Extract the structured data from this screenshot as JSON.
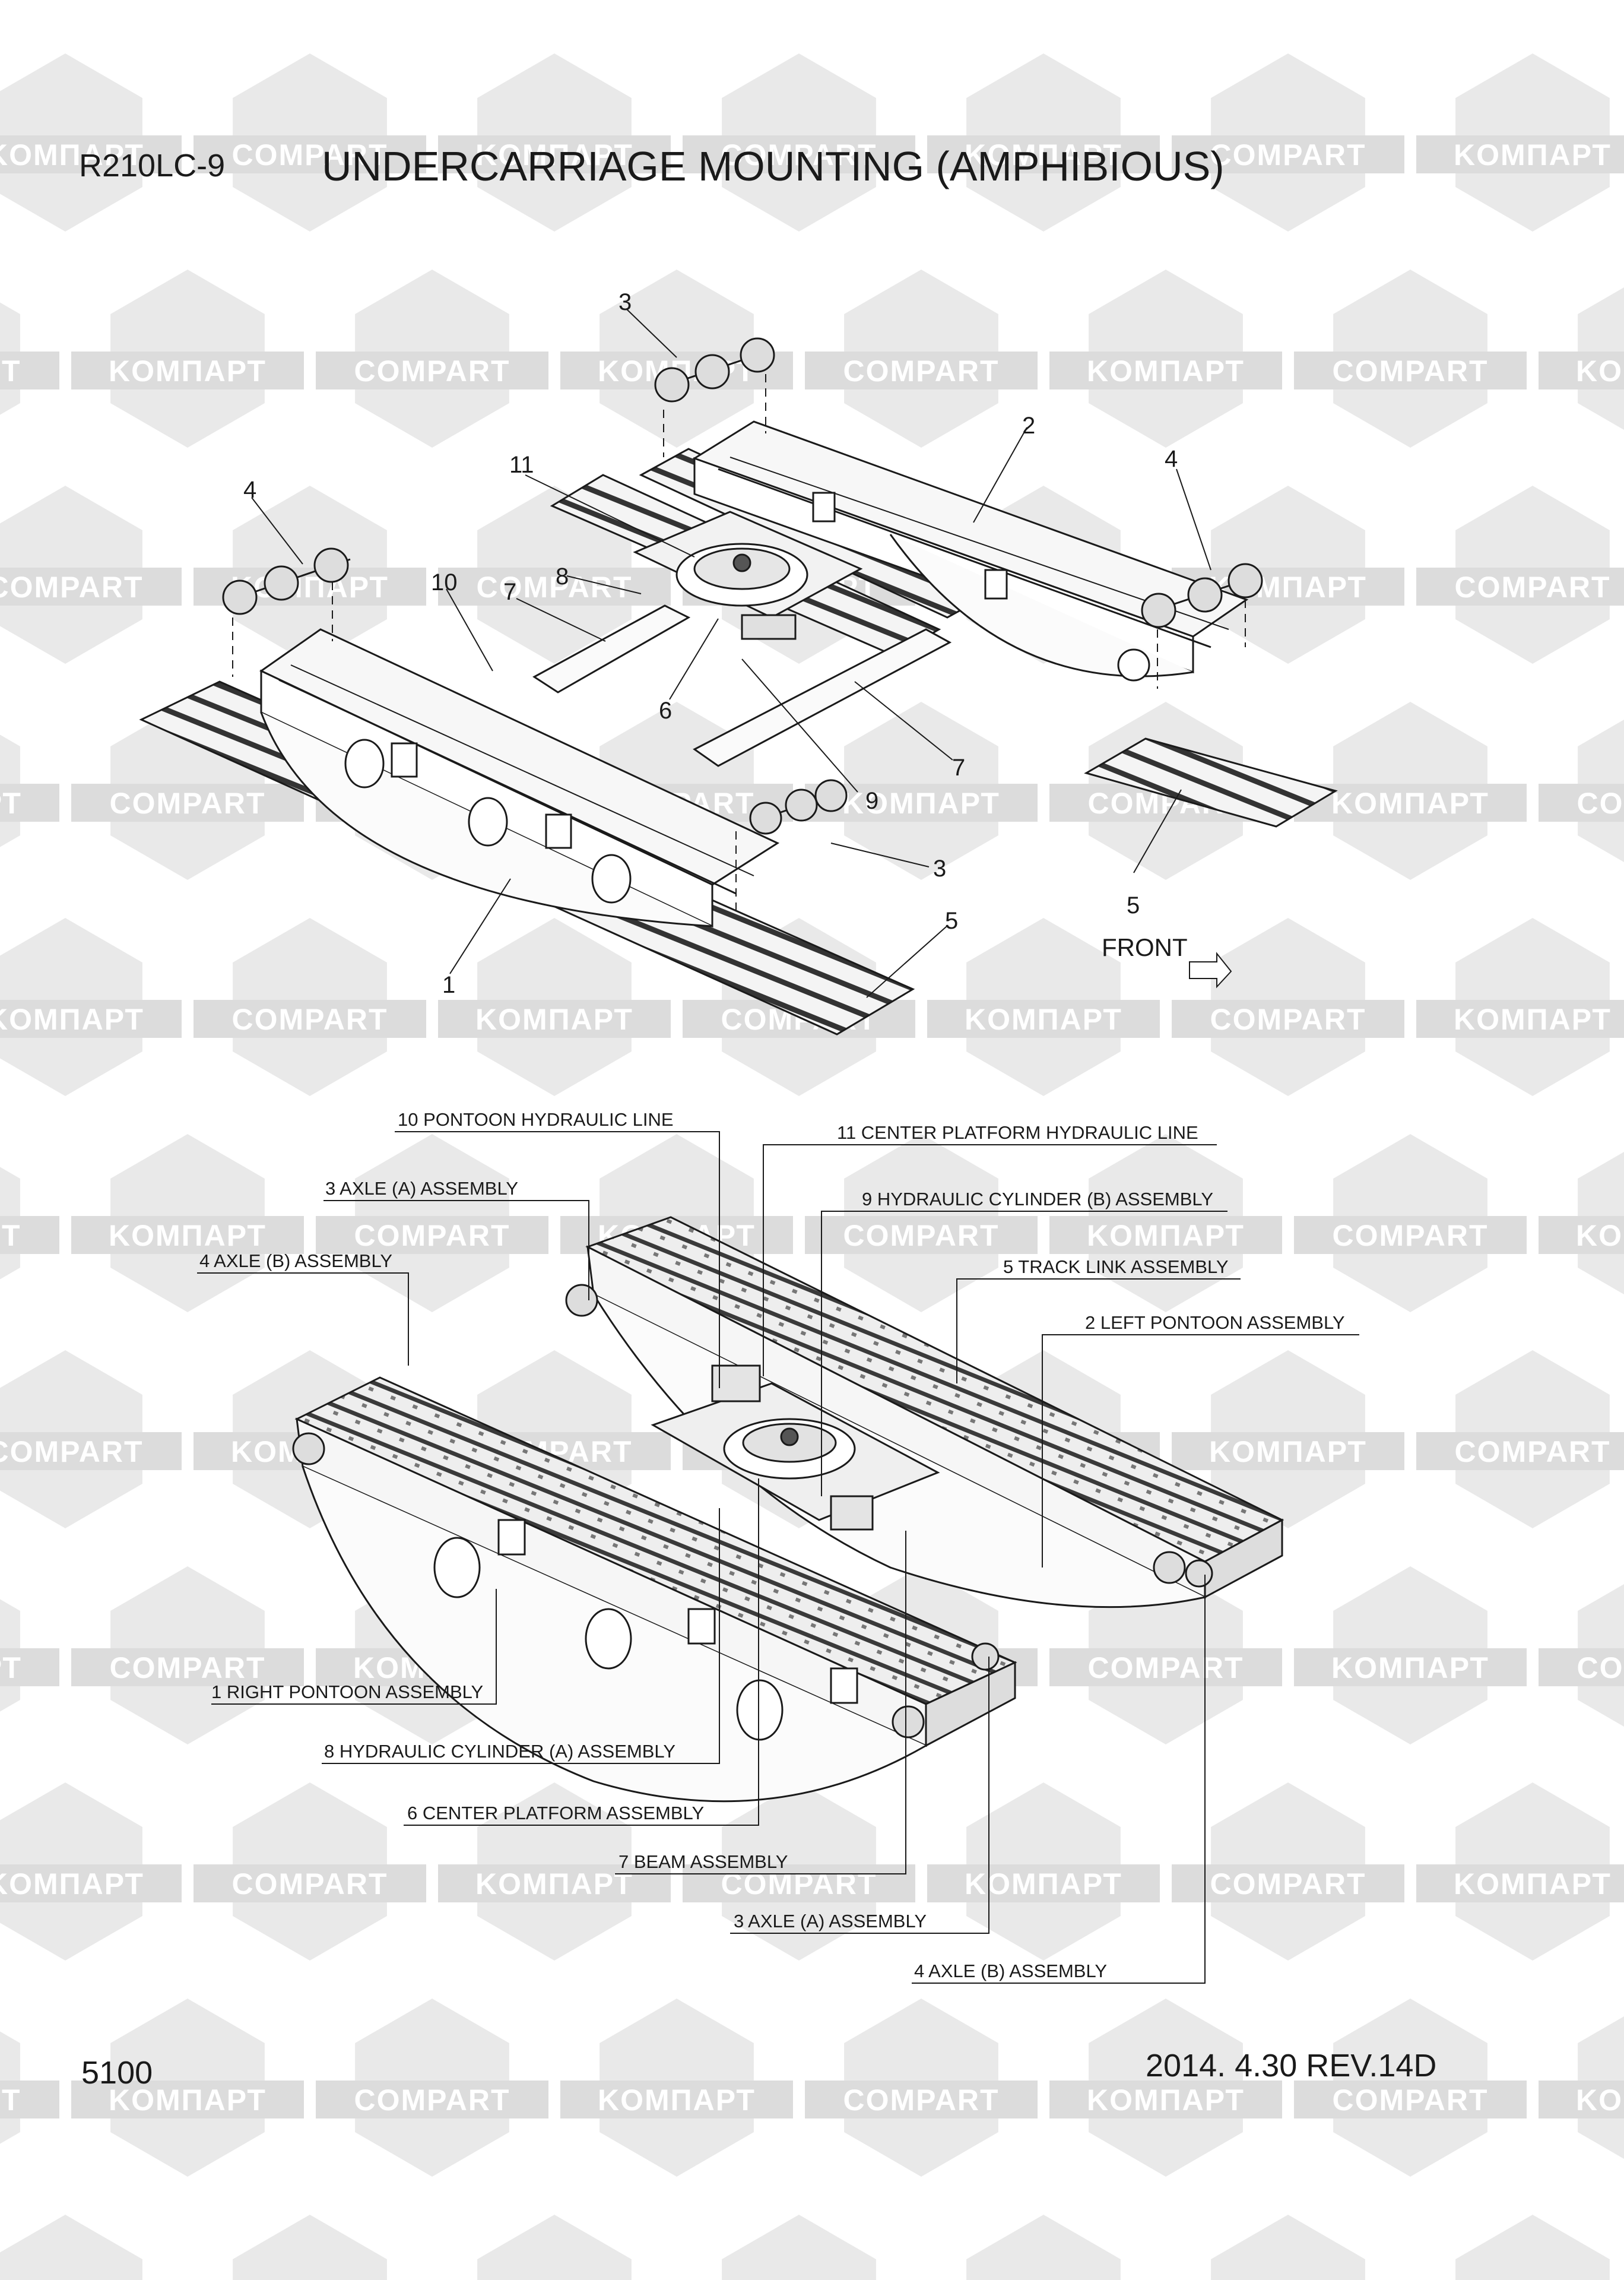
{
  "header": {
    "model": "R210LC-9",
    "title": "UNDERCARRIAGE MOUNTING (AMPHIBIOUS)"
  },
  "footer": {
    "page": "5100",
    "date_rev": "2014. 4.30  REV.14D"
  },
  "exploded_view": {
    "callouts": [
      "1",
      "2",
      "3",
      "3",
      "4",
      "4",
      "5",
      "5",
      "6",
      "7",
      "7",
      "8",
      "9",
      "10",
      "11"
    ],
    "front_label": "FRONT"
  },
  "assembled_view": {
    "labels": [
      "10 PONTOON HYDRAULIC LINE",
      "11 CENTER PLATFORM HYDRAULIC LINE",
      "3 AXLE (A) ASSEMBLY",
      "9 HYDRAULIC CYLINDER (B) ASSEMBLY",
      "4 AXLE (B) ASSEMBLY",
      "5 TRACK LINK ASSEMBLY",
      "2 LEFT PONTOON ASSEMBLY",
      "1 RIGHT PONTOON ASSEMBLY",
      "8 HYDRAULIC CYLINDER (A) ASSEMBLY",
      "6 CENTER PLATFORM ASSEMBLY",
      "7 BEAM ASSEMBLY",
      "3 AXLE (A) ASSEMBLY",
      "4 AXLE (B) ASSEMBLY"
    ]
  },
  "watermark": {
    "text_a": "KOMПАРТ",
    "text_b": "COMPART"
  },
  "colors": {
    "ink": "#1a1a1a",
    "watermark_shape": "#e9e9e9",
    "watermark_band": "#dcdcdc"
  }
}
